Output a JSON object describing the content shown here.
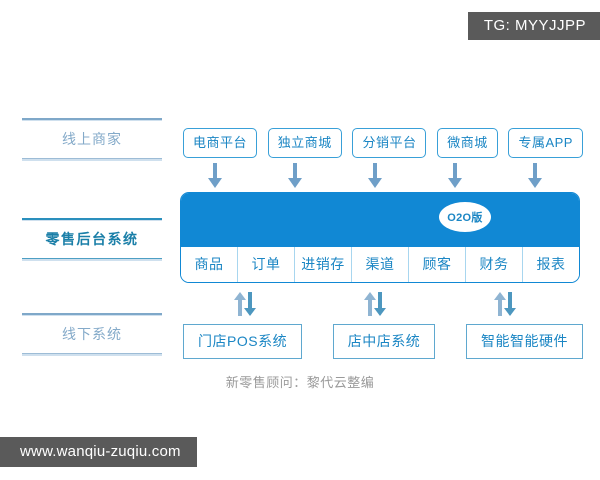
{
  "watermarks": {
    "top_right": "TG: MYYJJPP",
    "bottom_left": "www.wanqiu-zuqiu.com"
  },
  "rails": [
    {
      "label": "线上商家"
    },
    {
      "label": "零售后台系统"
    },
    {
      "label": "线下系统"
    }
  ],
  "online_channels": [
    {
      "label": "电商平台"
    },
    {
      "label": "独立商城"
    },
    {
      "label": "分销平台"
    },
    {
      "label": "微商城"
    },
    {
      "label": "专属APP"
    }
  ],
  "panel": {
    "badge": "O2O版",
    "modules": [
      {
        "label": "商品"
      },
      {
        "label": "订单"
      },
      {
        "label": "进销存"
      },
      {
        "label": "渠道"
      },
      {
        "label": "顾客"
      },
      {
        "label": "财务"
      },
      {
        "label": "报表"
      }
    ]
  },
  "offline_systems": [
    {
      "label": "门店POS系统"
    },
    {
      "label": "店中店系统"
    },
    {
      "label": "智能智能硬件"
    }
  ],
  "caption": "新零售顾问：黎代云整编",
  "colors": {
    "panel_blue": "#1188d4",
    "chip_border": "#39a0d8",
    "chip_text": "#1b86c4",
    "rail_light_text": "#84aac9",
    "rail_strong_text": "#1b7fa8",
    "arrow_blue": "#6f9fc8",
    "arrow_teal": "#4d97bf",
    "caption_gray": "#9a9a9a",
    "watermark_bg": "#5a5a5a"
  }
}
